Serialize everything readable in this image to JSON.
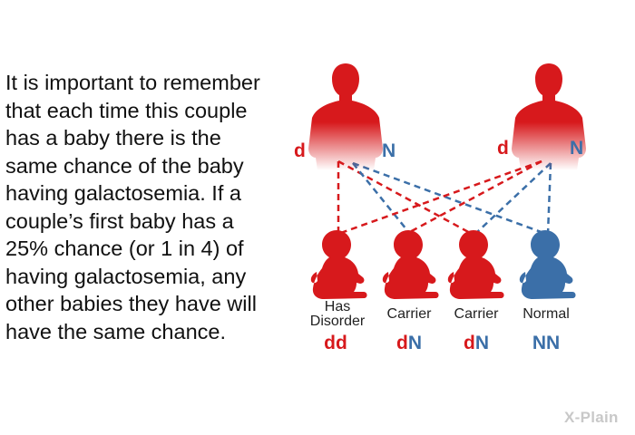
{
  "paragraph": [
    "It is important to remember",
    "that each time this couple",
    "has a baby there is the",
    "same chance of the baby",
    "having galactosemia. If a",
    "couple’s first baby has a",
    "25% chance (or 1 in 4) of",
    "having galactosemia, any",
    "other babies they have will",
    "have the same chance."
  ],
  "parents": [
    {
      "left_allele": "d",
      "right_allele": "N"
    },
    {
      "left_allele": "d",
      "right_allele": "N"
    }
  ],
  "children": [
    {
      "label_line1": "Has",
      "label_line2": "Disorder",
      "a1": "d",
      "a2": "d"
    },
    {
      "label_line1": "Carrier",
      "label_line2": "",
      "a1": "d",
      "a2": "N"
    },
    {
      "label_line1": "Carrier",
      "label_line2": "",
      "a1": "d",
      "a2": "N"
    },
    {
      "label_line1": "Normal",
      "label_line2": "",
      "a1": "N",
      "a2": "N"
    }
  ],
  "colors": {
    "recessive": "#d7191c",
    "dominant": "#3b6fa8"
  },
  "brand": "X-Plain"
}
